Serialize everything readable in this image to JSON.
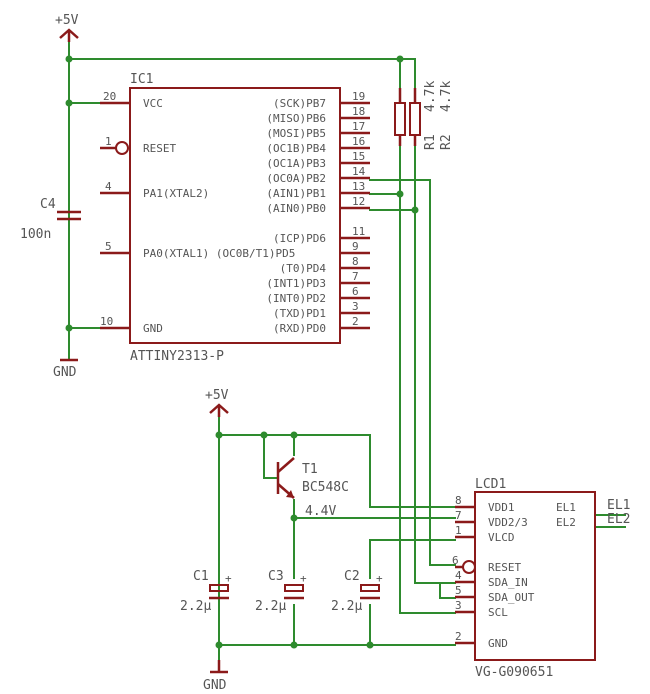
{
  "supplies": {
    "vcc_top": "+5V",
    "vcc_bottom": "+5V",
    "gnd_top": "GND",
    "gnd_bottom": "GND"
  },
  "ic1": {
    "ref": "IC1",
    "value": "ATTINY2313-P",
    "left_pins": [
      {
        "num": "20",
        "name": "VCC"
      },
      {
        "num": "1",
        "name": "RESET"
      },
      {
        "num": "4",
        "name": "PA1(XTAL2)"
      },
      {
        "num": "5",
        "name": "PA0(XTAL1) (OC0B/T1)PD5"
      },
      {
        "num": "10",
        "name": "GND"
      }
    ],
    "right_pins": [
      {
        "num": "19",
        "name": "(SCK)PB7"
      },
      {
        "num": "18",
        "name": "(MISO)PB6"
      },
      {
        "num": "17",
        "name": "(MOSI)PB5"
      },
      {
        "num": "16",
        "name": "(OC1B)PB4"
      },
      {
        "num": "15",
        "name": "(OC1A)PB3"
      },
      {
        "num": "14",
        "name": "(OC0A)PB2"
      },
      {
        "num": "13",
        "name": "(AIN1)PB1"
      },
      {
        "num": "12",
        "name": "(AIN0)PB0"
      },
      {
        "num": "11",
        "name": "(ICP)PD6"
      },
      {
        "num": "9",
        "name": ""
      },
      {
        "num": "8",
        "name": "(T0)PD4"
      },
      {
        "num": "7",
        "name": "(INT1)PD3"
      },
      {
        "num": "6",
        "name": "(INT0)PD2"
      },
      {
        "num": "3",
        "name": "(TXD)PD1"
      },
      {
        "num": "2",
        "name": "(RXD)PD0"
      }
    ]
  },
  "c4": {
    "ref": "C4",
    "value": "100n"
  },
  "r1": {
    "ref": "R1",
    "value": "4.7k"
  },
  "r2": {
    "ref": "R2",
    "value": "4.7k"
  },
  "t1": {
    "ref": "T1",
    "value": "BC548C"
  },
  "vlcd_label": "4.4V",
  "c1": {
    "ref": "C1",
    "value": "2.2µ"
  },
  "c2": {
    "ref": "C2",
    "value": "2.2µ"
  },
  "c3": {
    "ref": "C3",
    "value": "2.2µ"
  },
  "lcd": {
    "ref": "LCD1",
    "value": "VG-G090651",
    "left_pins": [
      {
        "num": "8",
        "name": "VDD1"
      },
      {
        "num": "7",
        "name": "VDD2/3"
      },
      {
        "num": "1",
        "name": "VLCD"
      },
      {
        "num": "6",
        "name": "RESET"
      },
      {
        "num": "4",
        "name": "SDA_IN"
      },
      {
        "num": "5",
        "name": "SDA_OUT"
      },
      {
        "num": "3",
        "name": "SCL"
      },
      {
        "num": "2",
        "name": "GND"
      }
    ],
    "right_pins": [
      {
        "name": "EL1",
        "net": "EL1"
      },
      {
        "name": "EL2",
        "net": "EL2"
      }
    ]
  }
}
